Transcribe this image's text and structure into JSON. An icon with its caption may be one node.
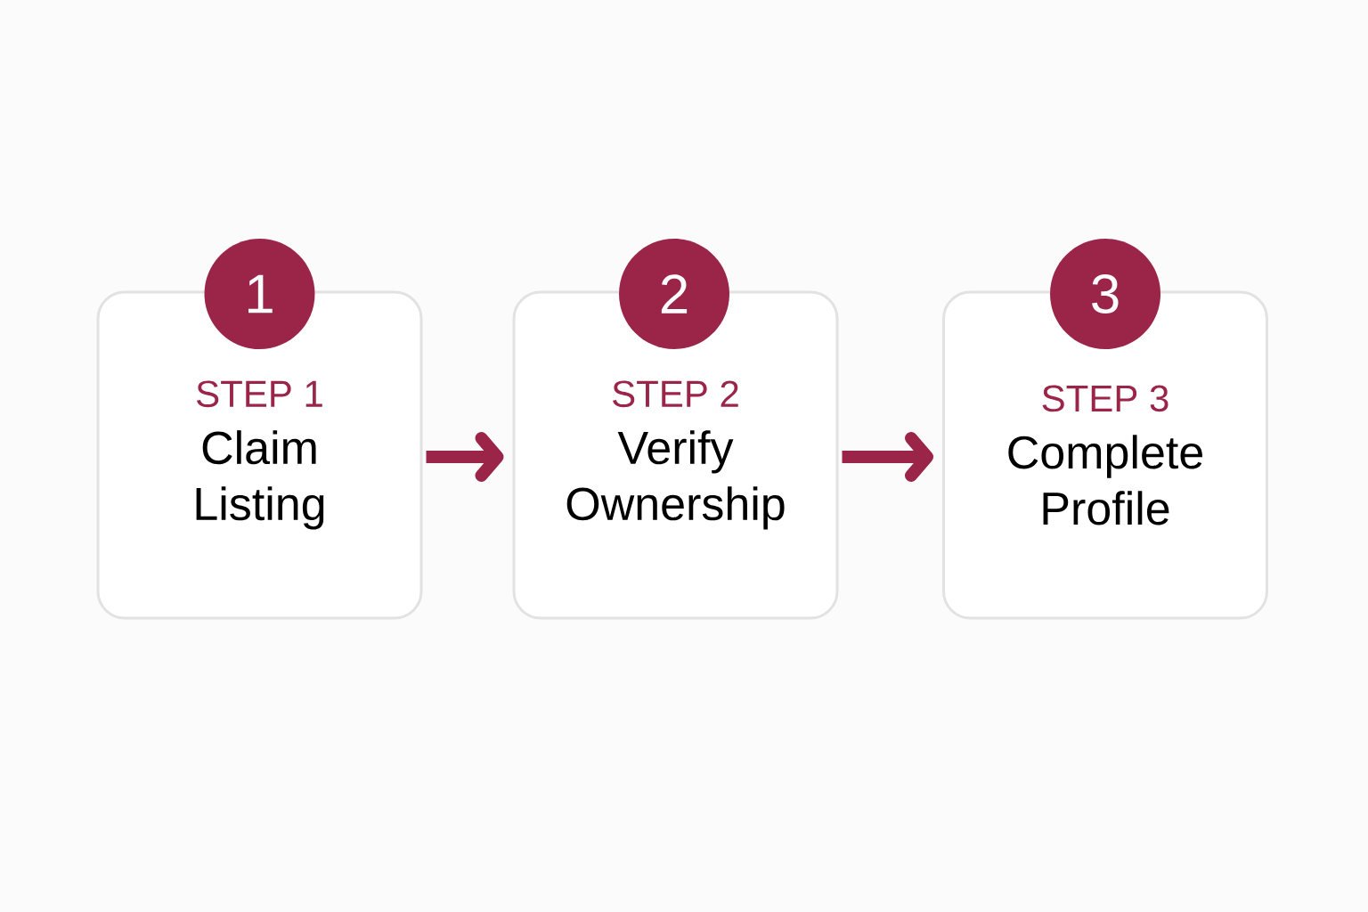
{
  "diagram": {
    "nodes": [
      {
        "text": [
          "1"
        ]
      },
      {
        "text": [
          "STEP 1",
          "Claim Listing"
        ]
      },
      {
        "text": [
          "2"
        ]
      },
      {
        "text": [
          "STEP 2",
          "Verify Ownership"
        ]
      },
      {
        "text": [
          "3"
        ]
      },
      {
        "text": [
          "STEP 3",
          "Complete Profile"
        ]
      }
    ],
    "edges": [
      {
        "from": 1,
        "to": 3,
        "arrow": "to"
      },
      {
        "from": 3,
        "to": 5,
        "arrow": "to"
      }
    ]
  }
}
